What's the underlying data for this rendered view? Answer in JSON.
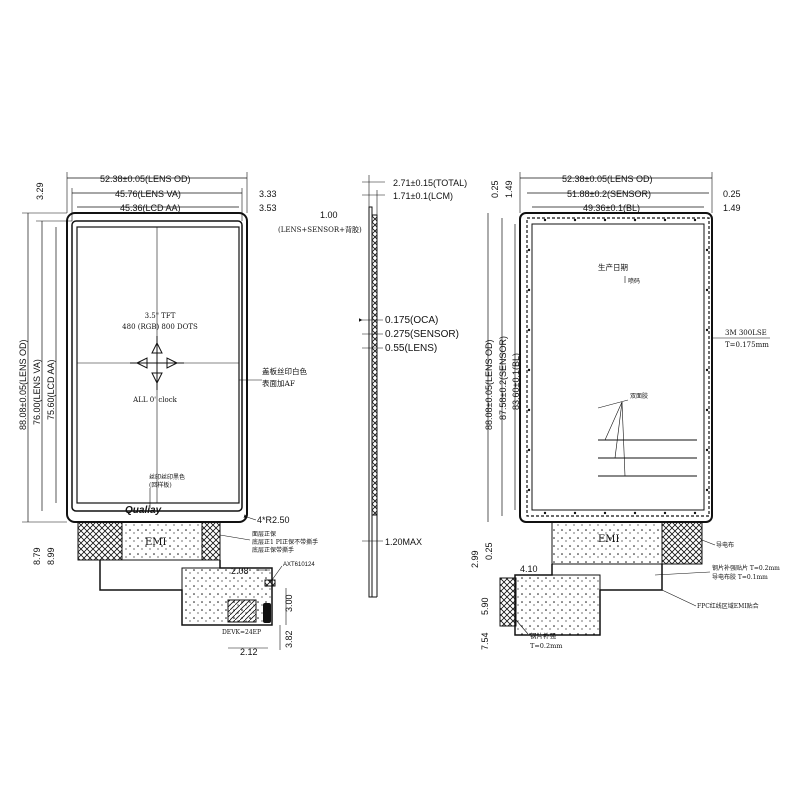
{
  "front": {
    "lens_od_w": "52.38±0.05(LENS OD)",
    "lens_va_w": "45.76(LENS VA)",
    "lcd_aa_w": "45.36(LCD AA)",
    "d329": "3.29",
    "d333": "3.33",
    "d353": "3.53",
    "lens_od_h": "88.08±0.05(LENS OD)",
    "lens_va_h": "76.00(LENS VA)",
    "lcd_aa_h": "75.60(LCD AA)",
    "d879": "8.79",
    "d899": "8.99",
    "tft1": "3.5\" TFT",
    "tft2": "480 (RGB) 800 DOTS",
    "clock": "ALL  0' clock",
    "cover_note1": "盖板丝印白色",
    "cover_note2": "表面加AF",
    "logo_note1": "丝印丝印黑色",
    "logo_note2": "(回样板)",
    "logo": "Qualiay",
    "radius": "4*R2.50",
    "emi": "EMI",
    "note_a": "面层正保",
    "note_b": "底层正1 PI正保不带撕手",
    "note_c": "底层正保带撕手",
    "d208": "2.08",
    "ic": "AXT610124",
    "d300": "3.00",
    "d382": "3.82",
    "d212": "2.12",
    "pitch": "DEVK=24EP"
  },
  "side": {
    "total": "2.71±0.15(TOTAL)",
    "lcm": "1.71±0.1(LCM)",
    "glue1": "1.00",
    "glue2": "(LENS+SENSOR+背胶)",
    "oca": "0.175(OCA)",
    "sensor": "0.275(SENSOR)",
    "lens": "0.55(LENS)",
    "max": "1.20MAX"
  },
  "back": {
    "lens_od_w": "52.38±0.05(LENS OD)",
    "sensor_w": "51.88±0.2(SENSOR)",
    "bl_w": "49.36±0.1(BL)",
    "d025": "0.25",
    "d149": "1.49",
    "d025r": "0.25",
    "d149r": "1.49",
    "lens_od_h": "88.08±0.05(LENS OD)",
    "sensor_h": "87.58±0.2(SENSOR)",
    "bl_h": "83.60±0.1(BL)",
    "date1": "生产日期",
    "date2": "喷码",
    "tape1": "3M  300LSE",
    "tape2": "T=0.175mm",
    "tape_label": "双面胶",
    "d299": "2.99",
    "d025b": "0.25",
    "emi": "EMI",
    "emi_note": "导电布",
    "d410": "4.10",
    "reinforce1": "钢片补强贴片 T=0.2mm",
    "reinforce2": "导电布胶 T=0.1mm",
    "fpc_note": "FPC红线区域EMI贴合",
    "d590": "5.90",
    "d754": "7.54",
    "steel1": "钢片补强",
    "steel2": "T=0.2mm"
  }
}
